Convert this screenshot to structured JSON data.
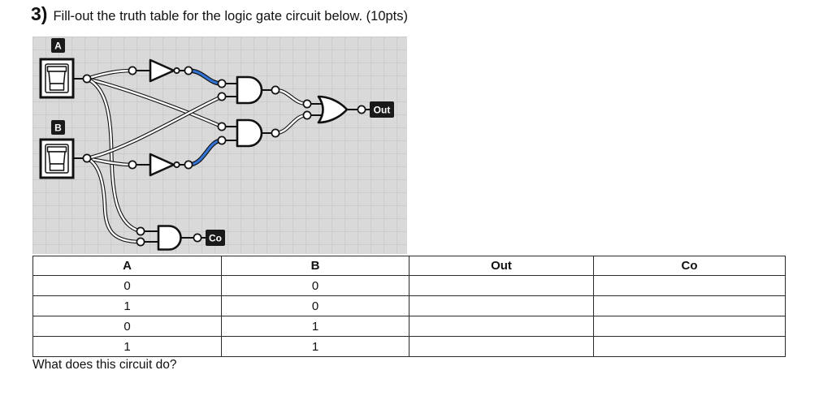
{
  "title": {
    "number": "3)",
    "text": "Fill-out the truth table for the logic gate circuit below. (10pts)"
  },
  "circuit": {
    "labels": {
      "input_a": "A",
      "input_b": "B",
      "output_sum": "Out",
      "output_carry": "Co"
    },
    "switches": [
      {
        "label": "A",
        "state": "off"
      },
      {
        "label": "B",
        "state": "off"
      }
    ],
    "colors": {
      "active_wire": "#3273d4",
      "canvas_bg": "#d9d9d9",
      "grid_line": "#cccccc",
      "label_bg": "#1a1a1a"
    }
  },
  "table": {
    "headers": [
      "A",
      "B",
      "Out",
      "Co"
    ],
    "rows": [
      [
        "0",
        "0",
        "",
        ""
      ],
      [
        "1",
        "0",
        "",
        ""
      ],
      [
        "0",
        "1",
        "",
        ""
      ],
      [
        "1",
        "1",
        "",
        ""
      ]
    ]
  },
  "question": "What does this circuit do?"
}
